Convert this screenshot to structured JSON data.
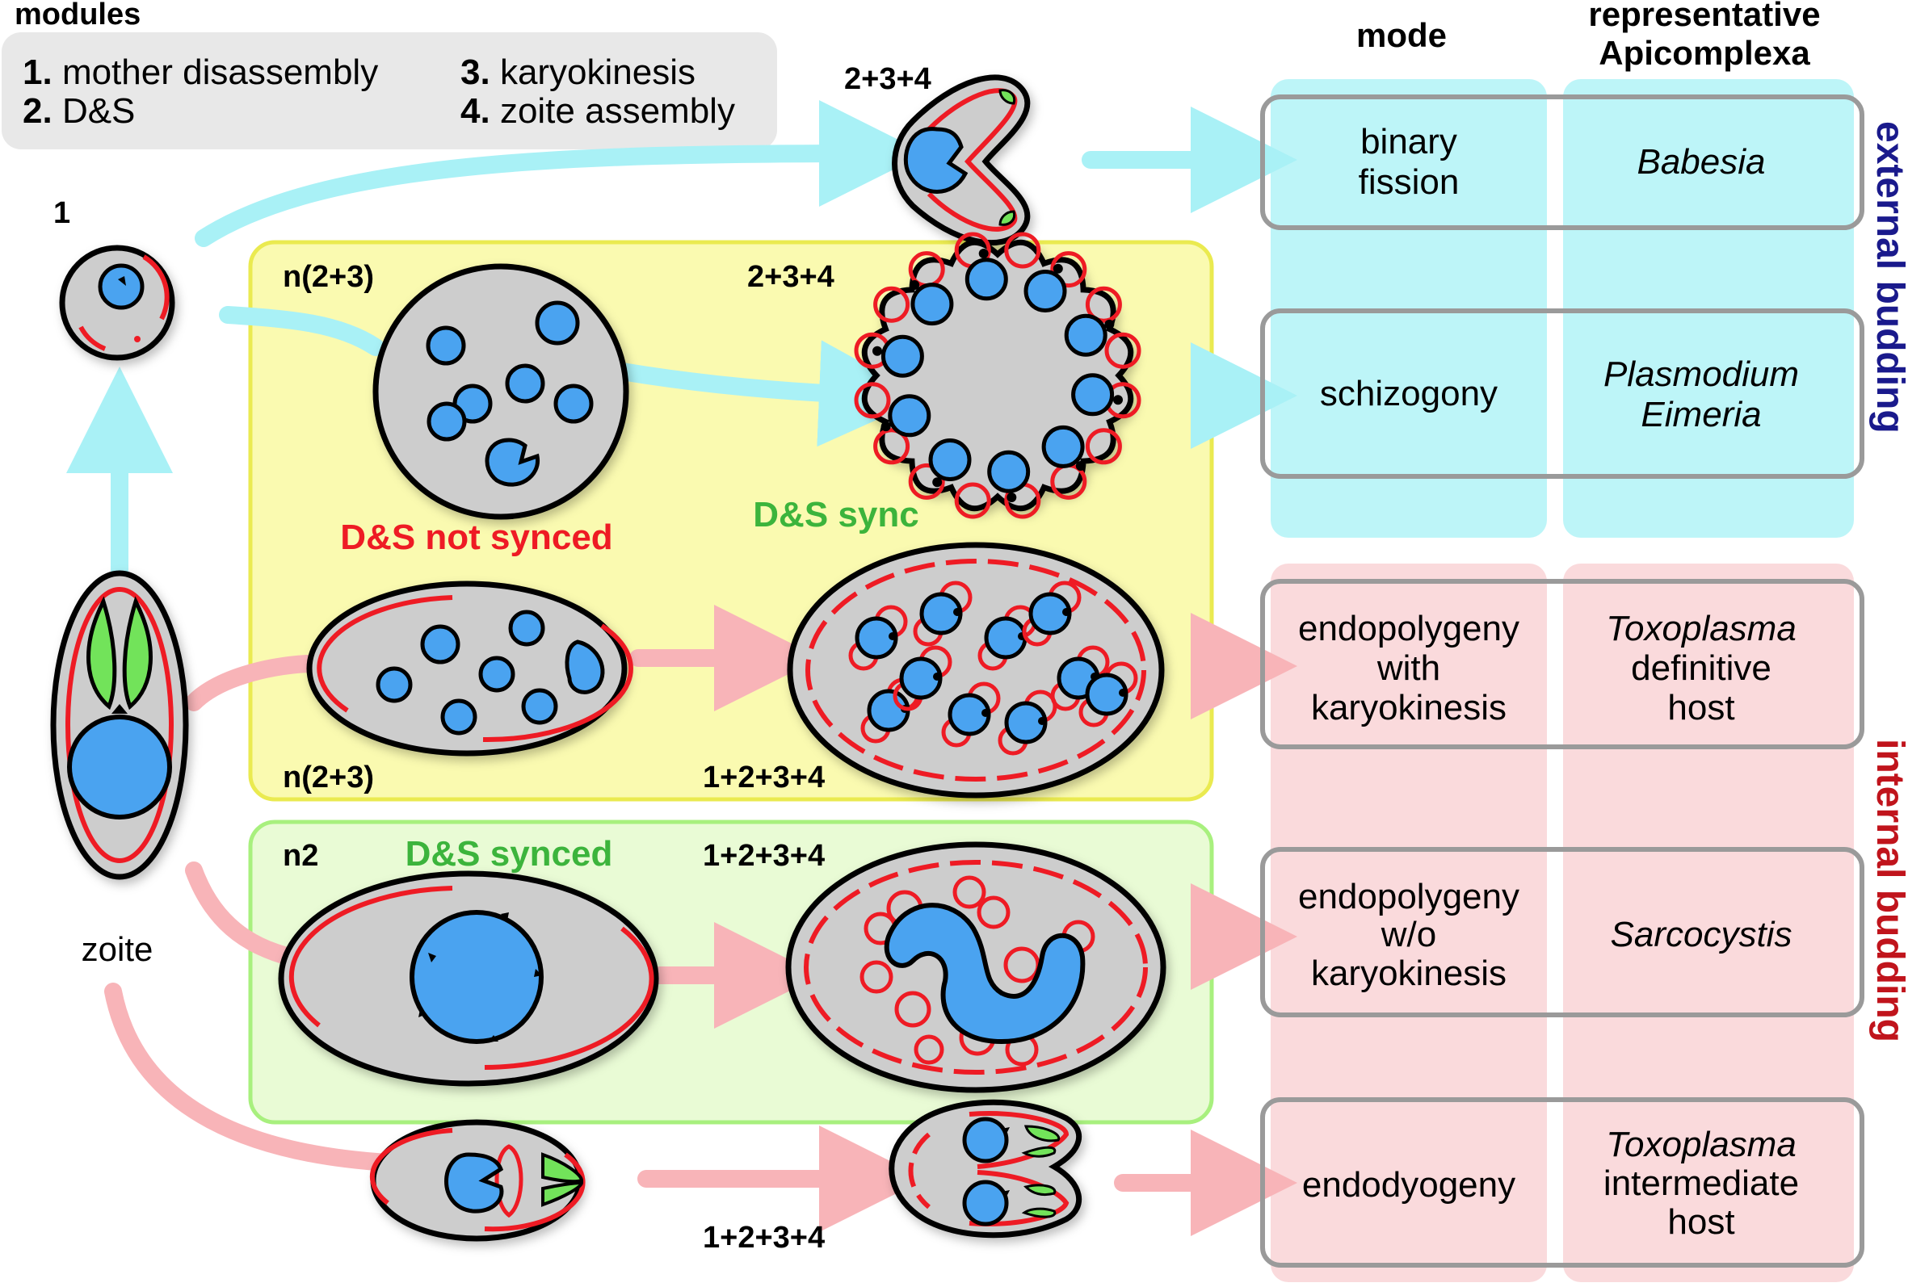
{
  "header": {
    "modules_title": "modules",
    "mode_title": "mode",
    "rep_title_1": "representative",
    "rep_title_2": "Apicomplexa"
  },
  "modules": [
    {
      "num": "1.",
      "text": "mother disassembly"
    },
    {
      "num": "2.",
      "text": "D&S"
    },
    {
      "num": "3.",
      "text": "karyokinesis"
    },
    {
      "num": "4.",
      "text": "zoite assembly"
    }
  ],
  "labels": {
    "one": "1",
    "binary_combo": "2+3+4",
    "schizo_n": "n(2+3)",
    "schizo_combo": "2+3+4",
    "not_synced": "D&S not synced",
    "sync": "D&S sync",
    "endo_k_n": "n(2+3)",
    "endo_k_combo": "1+2+3+4",
    "n2": "n2",
    "synced": "D&S synced",
    "endo_wo_combo": "1+2+3+4",
    "endody_combo": "1+2+3+4",
    "zoite": "zoite"
  },
  "modes": [
    {
      "lines": [
        "binary",
        "fission"
      ],
      "organism": [
        "Babesia"
      ]
    },
    {
      "lines": [
        "schizogony"
      ],
      "organism": [
        "Plasmodium",
        "Eimeria"
      ]
    },
    {
      "lines": [
        "endopolygeny",
        "with",
        "karyokinesis"
      ],
      "organism_italic": "Toxoplasma",
      "organism": [
        "definitive",
        "host"
      ]
    },
    {
      "lines": [
        "endopolygeny",
        "w/o",
        "karyokinesis"
      ],
      "organism": [
        "Sarcocystis"
      ]
    },
    {
      "lines": [
        "endodyogeny"
      ],
      "organism_italic": "Toxoplasma",
      "organism": [
        "intermediate",
        "host"
      ]
    }
  ],
  "side": {
    "external": "external budding",
    "internal": "internal budding"
  },
  "colors": {
    "cyan": "#bdf5f8",
    "pink": "#fadadc",
    "yellow": "#fafab0",
    "green": "#e9fbd5",
    "nucleus": "#4aa3f0",
    "red": "#ee1b24",
    "cell": "#cdcdcd",
    "external": "#1a1a8c",
    "internal": "#c0141c",
    "green_text": "#3cb43c",
    "red_text": "#ee1b24"
  }
}
